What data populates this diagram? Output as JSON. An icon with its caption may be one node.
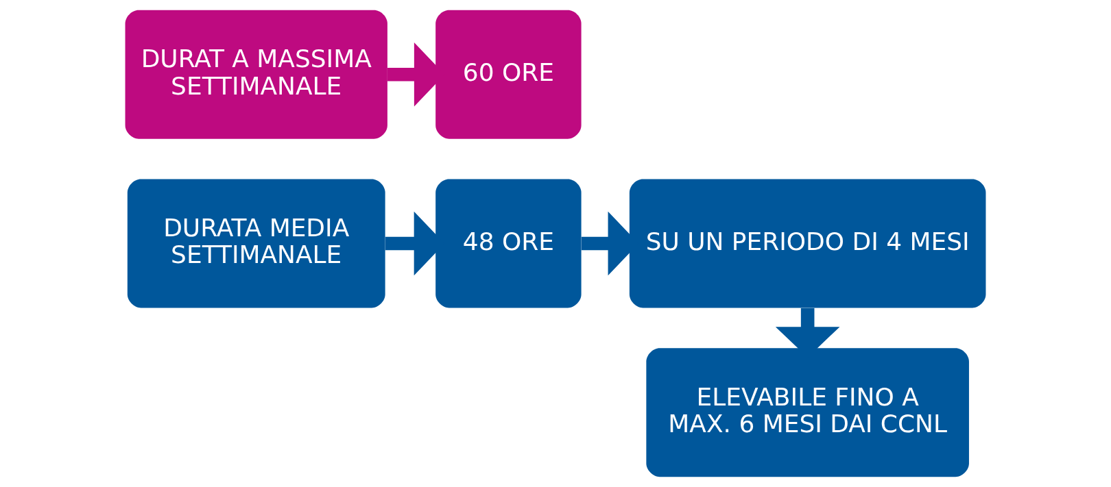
{
  "diagram": {
    "nodes": [
      {
        "text": [
          "DURAT A MASSIMA SETTIMANALE"
        ]
      },
      {
        "text": [
          "60 ORE"
        ]
      },
      {
        "text": [
          "DURATA MEDIA SETTIMANALE"
        ]
      },
      {
        "text": [
          "48 ORE"
        ]
      },
      {
        "text": [
          "SU UN PERIODO DI 4 MESI"
        ]
      },
      {
        "text": [
          "ELEVABILE FINO A MAX. 6 MESI DAI CCNL"
        ]
      }
    ],
    "edges": [
      {
        "from": 0,
        "to": 1,
        "arrow": "to",
        "color": "#be0a80"
      },
      {
        "from": 2,
        "to": 3,
        "arrow": "to"
      },
      {
        "from": 3,
        "to": 4,
        "arrow": "to"
      },
      {
        "from": 4,
        "to": 5,
        "arrow": "to"
      }
    ]
  }
}
